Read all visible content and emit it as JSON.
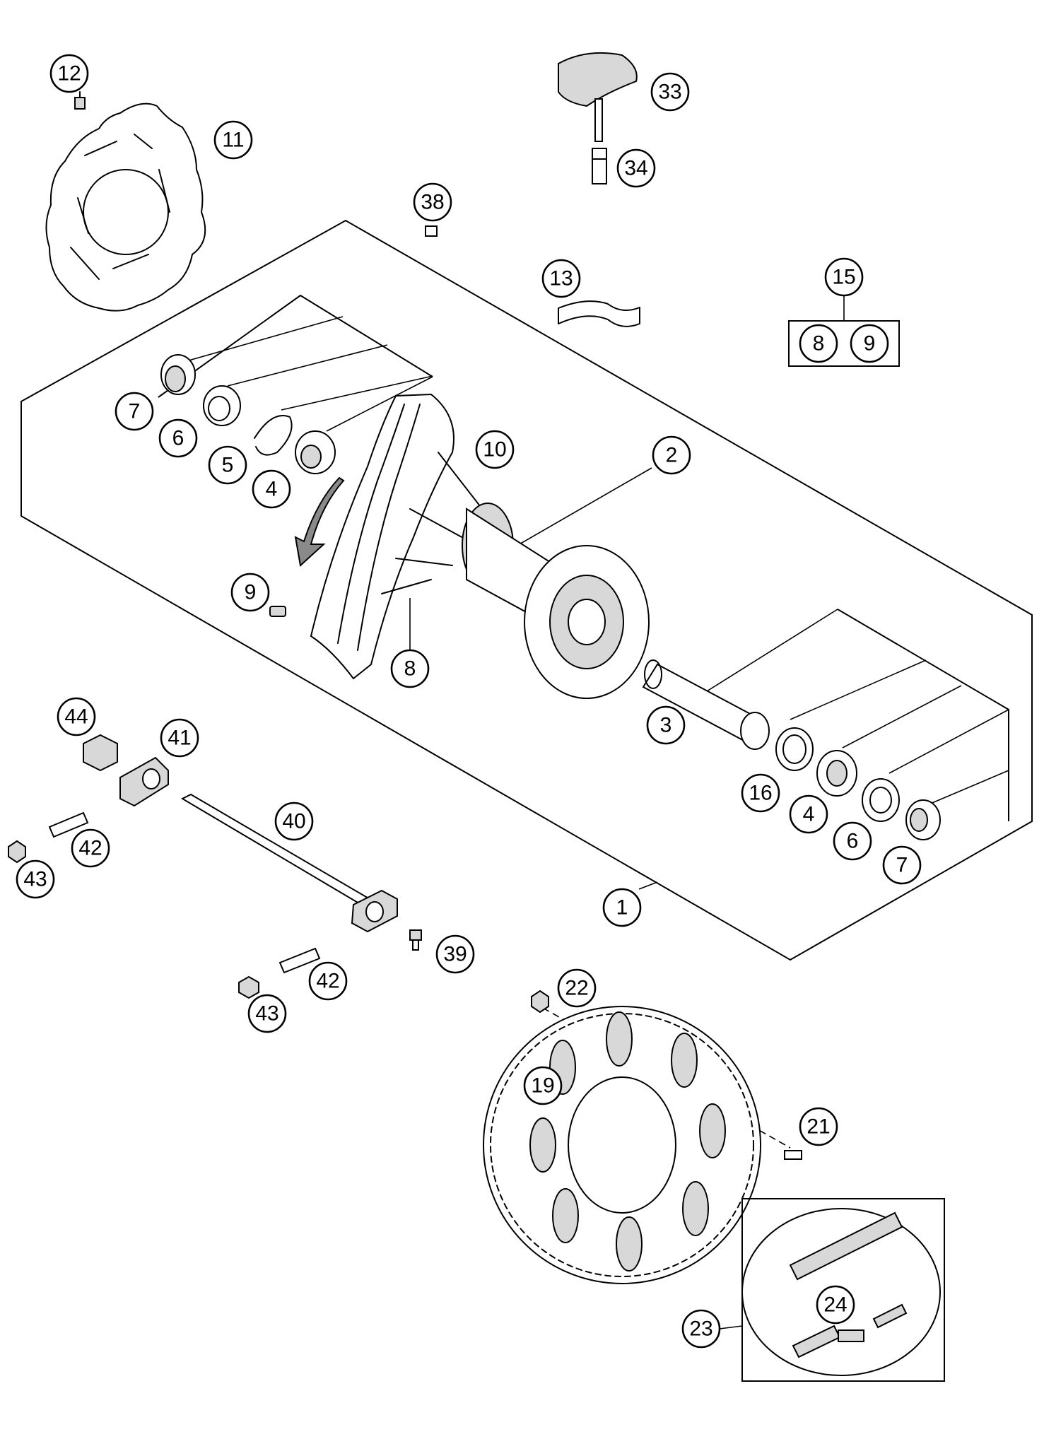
{
  "callouts": [
    {
      "id": "c1",
      "label": "1"
    },
    {
      "id": "c2",
      "label": "2"
    },
    {
      "id": "c3",
      "label": "3"
    },
    {
      "id": "c4a",
      "label": "4"
    },
    {
      "id": "c4b",
      "label": "4"
    },
    {
      "id": "c5",
      "label": "5"
    },
    {
      "id": "c6a",
      "label": "6"
    },
    {
      "id": "c6b",
      "label": "6"
    },
    {
      "id": "c7a",
      "label": "7"
    },
    {
      "id": "c7b",
      "label": "7"
    },
    {
      "id": "c8a",
      "label": "8"
    },
    {
      "id": "c8b",
      "label": "8"
    },
    {
      "id": "c9a",
      "label": "9"
    },
    {
      "id": "c9b",
      "label": "9"
    },
    {
      "id": "c10",
      "label": "10"
    },
    {
      "id": "c11",
      "label": "11"
    },
    {
      "id": "c12",
      "label": "12"
    },
    {
      "id": "c13",
      "label": "13"
    },
    {
      "id": "c15",
      "label": "15"
    },
    {
      "id": "c16",
      "label": "16"
    },
    {
      "id": "c19",
      "label": "19"
    },
    {
      "id": "c21",
      "label": "21"
    },
    {
      "id": "c22",
      "label": "22"
    },
    {
      "id": "c23",
      "label": "23"
    },
    {
      "id": "c24",
      "label": "24"
    },
    {
      "id": "c33",
      "label": "33"
    },
    {
      "id": "c34",
      "label": "34"
    },
    {
      "id": "c38",
      "label": "38"
    },
    {
      "id": "c39",
      "label": "39"
    },
    {
      "id": "c40",
      "label": "40"
    },
    {
      "id": "c41",
      "label": "41"
    },
    {
      "id": "c42a",
      "label": "42"
    },
    {
      "id": "c42b",
      "label": "42"
    },
    {
      "id": "c43a",
      "label": "43"
    },
    {
      "id": "c43b",
      "label": "43"
    },
    {
      "id": "c44",
      "label": "44"
    }
  ]
}
